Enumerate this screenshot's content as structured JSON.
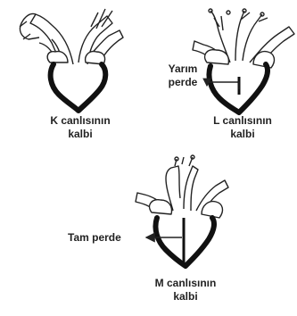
{
  "hearts": [
    {
      "id": "K",
      "caption_line1": "K canlısının",
      "caption_line2": "kalbi",
      "septum": "none"
    },
    {
      "id": "L",
      "caption_line1": "L canlısının",
      "caption_line2": "kalbi",
      "septum": "partial"
    },
    {
      "id": "M",
      "caption_line1": "M canlısının",
      "caption_line2": "kalbi",
      "septum": "complete"
    }
  ],
  "labels": {
    "partial_line1": "Yarım",
    "partial_line2": "perde",
    "full": "Tam perde"
  }
}
